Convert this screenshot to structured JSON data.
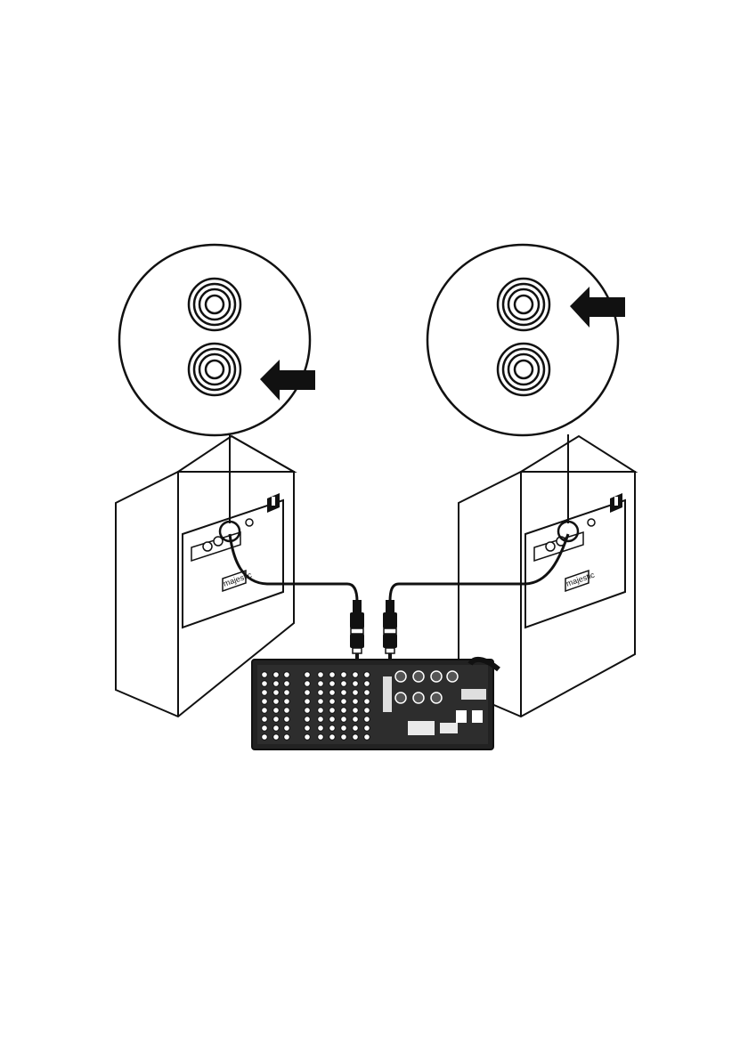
{
  "diagram": {
    "colors": {
      "line": "#111111",
      "fill": "#ffffff",
      "dark": "#1a1a1a",
      "panel": "#2b2b2b"
    },
    "left_speaker": {
      "brand": "majestic",
      "highlighted_jack": "bottom"
    },
    "right_speaker": {
      "brand": "majestic",
      "highlighted_jack": "top"
    },
    "icons": {
      "arrow": "arrow-left-icon",
      "rca_jack": "rca-jack-icon",
      "rca_plug": "rca-plug-icon"
    }
  }
}
